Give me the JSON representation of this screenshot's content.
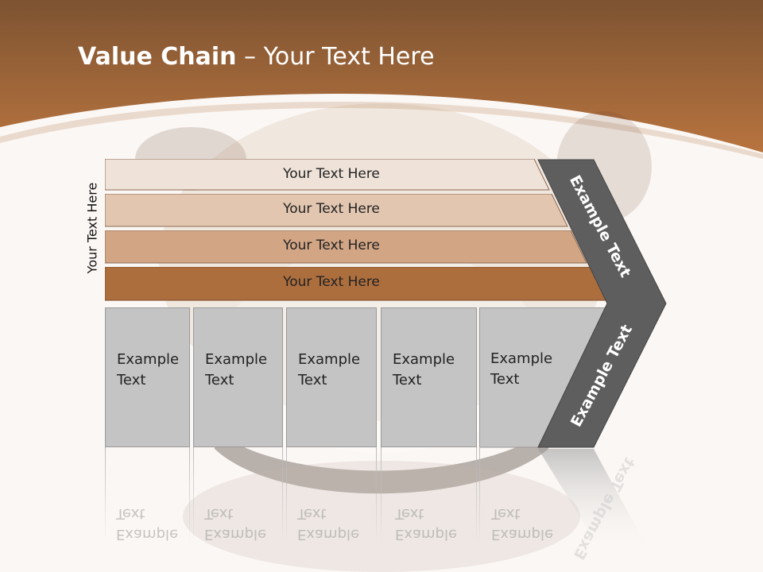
{
  "title": {
    "bold": "Value Chain",
    "rest": " – Your Text Here"
  },
  "side_label": "Your Text Here",
  "bars": [
    {
      "label": "Your Text Here",
      "color": "#efe3d9"
    },
    {
      "label": "Your Text Here",
      "color": "#e2c6b0"
    },
    {
      "label": "Your Text Here",
      "color": "#d2a584"
    },
    {
      "label": "Your Text Here",
      "color": "#ad6e3e"
    }
  ],
  "boxes": [
    {
      "line1": "Example",
      "line2": "Text"
    },
    {
      "line1": "Example",
      "line2": "Text"
    },
    {
      "line1": "Example",
      "line2": "Text"
    },
    {
      "line1": "Example",
      "line2": "Text"
    },
    {
      "line1": "Example",
      "line2": "Text"
    }
  ],
  "chevron": {
    "upper": "Example Text",
    "lower": "Example Text",
    "color": "#5e5e5e"
  },
  "colors": {
    "header": "#a9683b",
    "background": "#fbf7f4"
  }
}
